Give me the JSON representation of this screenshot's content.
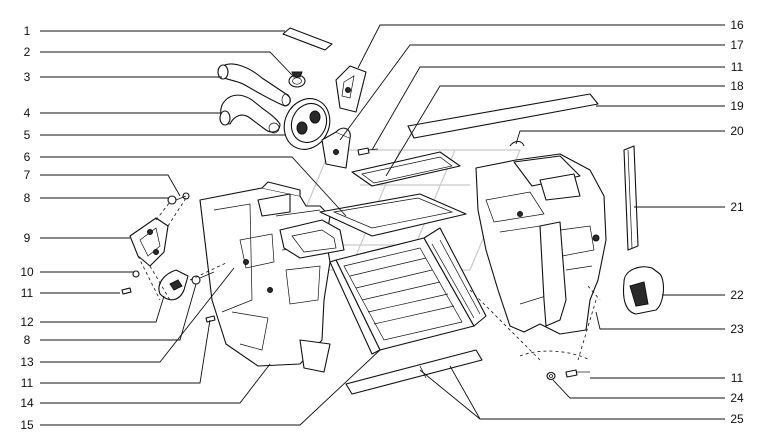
{
  "diagram": {
    "callouts_left": [
      {
        "id": "cl-1",
        "label": "1"
      },
      {
        "id": "cl-2",
        "label": "2"
      },
      {
        "id": "cl-3",
        "label": "3"
      },
      {
        "id": "cl-4",
        "label": "4"
      },
      {
        "id": "cl-5",
        "label": "5"
      },
      {
        "id": "cl-6",
        "label": "6"
      },
      {
        "id": "cl-7",
        "label": "7"
      },
      {
        "id": "cl-8a",
        "label": "8"
      },
      {
        "id": "cl-9",
        "label": "9"
      },
      {
        "id": "cl-10",
        "label": "10"
      },
      {
        "id": "cl-11a",
        "label": "11"
      },
      {
        "id": "cl-12",
        "label": "12"
      },
      {
        "id": "cl-8b",
        "label": "8"
      },
      {
        "id": "cl-13",
        "label": "13"
      },
      {
        "id": "cl-11b",
        "label": "11"
      },
      {
        "id": "cl-14",
        "label": "14"
      },
      {
        "id": "cl-15",
        "label": "15"
      }
    ],
    "callouts_right": [
      {
        "id": "cr-16",
        "label": "16"
      },
      {
        "id": "cr-17",
        "label": "17"
      },
      {
        "id": "cr-11a",
        "label": "11"
      },
      {
        "id": "cr-18",
        "label": "18"
      },
      {
        "id": "cr-19",
        "label": "19"
      },
      {
        "id": "cr-20",
        "label": "20"
      },
      {
        "id": "cr-21",
        "label": "21"
      },
      {
        "id": "cr-22",
        "label": "22"
      },
      {
        "id": "cr-23",
        "label": "23"
      },
      {
        "id": "cr-11b",
        "label": "11"
      },
      {
        "id": "cr-24",
        "label": "24"
      },
      {
        "id": "cr-25",
        "label": "25"
      }
    ]
  }
}
